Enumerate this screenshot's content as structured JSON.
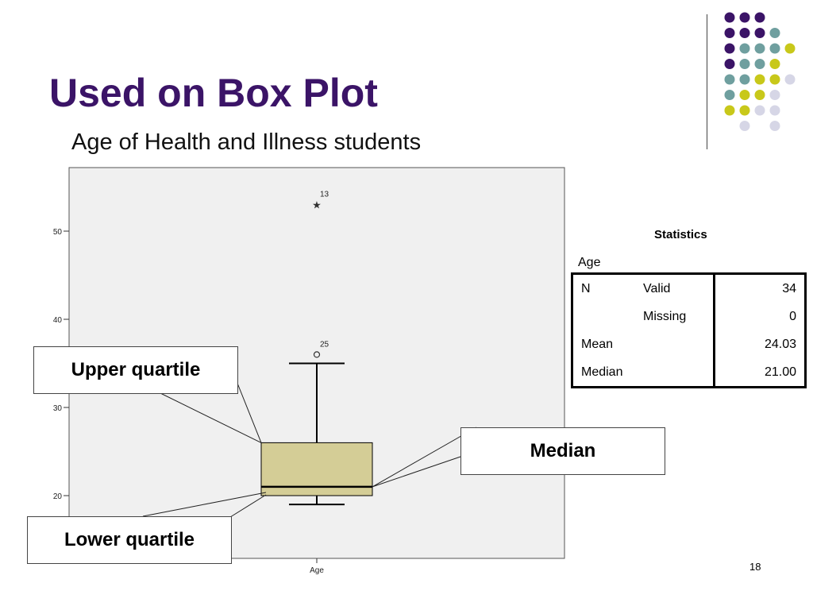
{
  "slide": {
    "title": "Used on Box Plot",
    "subtitle": "Age of Health and Illness students",
    "page_number": "18"
  },
  "callouts": {
    "upper": "Upper quartile",
    "median": "Median",
    "lower": "Lower quartile"
  },
  "stats_table": {
    "title": "Statistics",
    "variable": "Age",
    "rows": [
      [
        "N",
        "Valid",
        "34"
      ],
      [
        "",
        "Missing",
        "0"
      ],
      [
        "Mean",
        "",
        "24.03"
      ],
      [
        "Median",
        "",
        "21.00"
      ]
    ]
  },
  "decor": {
    "colors": [
      "#3b1467",
      "#6f9f9f",
      "#c8c81a",
      "#d6d6e6"
    ]
  },
  "chart_data": {
    "type": "boxplot",
    "title": "",
    "xlabel": "",
    "ylabel": "",
    "categories": [
      "Age"
    ],
    "y_ticks": [
      20,
      30,
      40,
      50
    ],
    "grid": false,
    "box": {
      "whisker_low": 19,
      "q1": 20,
      "median": 21,
      "q3": 26,
      "whisker_high": 35,
      "fill": "#d4cd96"
    },
    "outliers": [
      {
        "label": "25",
        "value": 36,
        "marker": "circle"
      },
      {
        "label": "13",
        "value": 53,
        "marker": "star"
      }
    ]
  }
}
